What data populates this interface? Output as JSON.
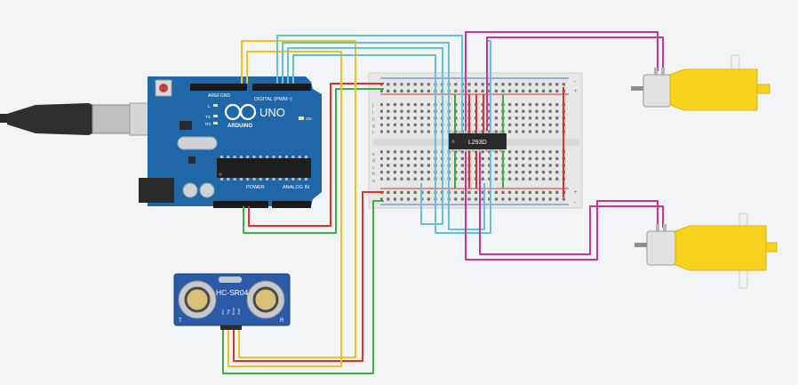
{
  "arduino": {
    "brand": "ARDUINO",
    "model": "UNO",
    "digital_label": "DIGITAL (PWM~)",
    "power_label": "POWER",
    "analog_label": "ANALOG IN",
    "on_label": "ON",
    "led_labels": [
      "L",
      "TX",
      "RX"
    ],
    "aref_label": "AREF",
    "gnd_label": "GND",
    "color": "#1f67a9"
  },
  "chip": {
    "label": "L293D"
  },
  "sensor": {
    "label": "HC-SR04",
    "pins": [
      "Vcc",
      "Trig",
      "Echo",
      "Gnd"
    ],
    "corner_left": "T",
    "corner_right": "R"
  },
  "breadboard": {
    "row_letters_top": [
      "j",
      "i",
      "h",
      "g",
      "f"
    ],
    "row_letters_bottom": [
      "e",
      "d",
      "c",
      "b",
      "a"
    ],
    "rail_plus": "+",
    "rail_minus": "-"
  },
  "colors": {
    "wire_red": "#e0322c",
    "wire_green": "#3cb046",
    "wire_yellow": "#f2c21c",
    "wire_cyan": "#63c2d6",
    "wire_magenta": "#c6388f",
    "motor_yellow": "#f7d21e",
    "background": "#f3f4f5"
  }
}
